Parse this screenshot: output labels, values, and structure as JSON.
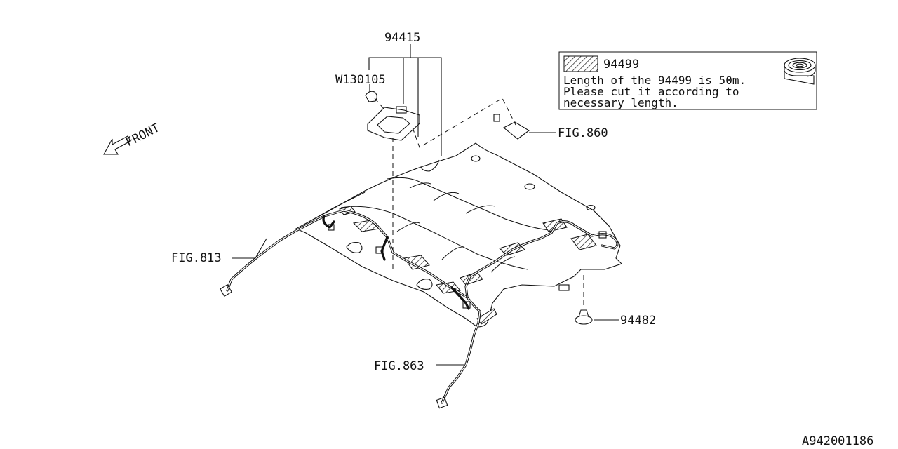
{
  "labels": {
    "part_94415": "94415",
    "part_w130105": "W130105",
    "fig_860": "FIG.860",
    "fig_813": "FIG.813",
    "fig_863": "FIG.863",
    "part_94482": "94482",
    "front": "FRONT",
    "diagram_id": "A942001186"
  },
  "note_box": {
    "part_number": "94499",
    "line1": "Length of the 94499 is 50m.",
    "line2": "Please cut it according to",
    "line3": "necessary length."
  }
}
